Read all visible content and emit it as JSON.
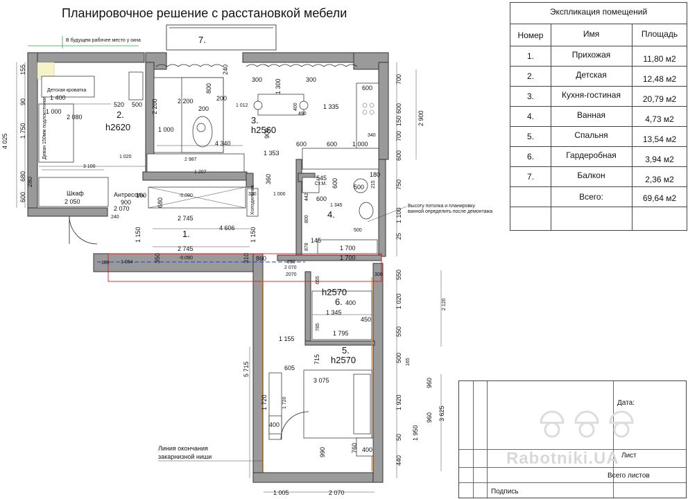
{
  "title": "Планировочное решение с расстановкой мебели",
  "rooms": [
    {
      "id": "1",
      "label": "1."
    },
    {
      "id": "2",
      "label": "2.",
      "height": "h2620"
    },
    {
      "id": "3",
      "label": "3.",
      "height": "h2560"
    },
    {
      "id": "4",
      "label": "4."
    },
    {
      "id": "5",
      "label": "5.",
      "height": "h2570"
    },
    {
      "id": "6",
      "label": "6.",
      "height": "h2570"
    },
    {
      "id": "7",
      "label": "7."
    }
  ],
  "furniture": {
    "crib": "Детская кроватка",
    "sofa": "Диван 150мм подлокотники",
    "wardrobe": "Шкаф",
    "mezzanine": "Антресоль",
    "fridge": "Холодильник",
    "washer": "Ст.М.",
    "future_desk": "В будущем рабочее место у окна"
  },
  "notes": {
    "bath_note_1": "Высоту потолка и планировку",
    "bath_note_2": "ванной определить после демонтажа",
    "cornice_1": "Линия окончания",
    "cornice_2": "закарнизной ниши"
  },
  "dimensions": {
    "top_1400": "1 400",
    "top_2080": "2 080",
    "top_1000": "1 000",
    "c_520": "520",
    "c_500": "500",
    "c_1020": "1 020",
    "l_4025": "4 025",
    "l_1750": "1 750",
    "l_155": "155",
    "l_90": "90",
    "l_680": "680",
    "l_280": "280",
    "l_600": "600",
    "w_3100": "3 100",
    "w_2050": "2 050",
    "w_900": "900",
    "w_2070": "2 070",
    "w_100": "100",
    "w_240": "240",
    "k_2200": "2 200",
    "k_1000": "1 000",
    "k_4340": "4 340",
    "k_2987": "2 987",
    "k_1207": "1 207",
    "k_2200b": "2 200",
    "k_200": "200",
    "k_200b": "200",
    "k_800": "800",
    "k_1012": "1 012",
    "k_1300": "1 300",
    "k_300a": "300",
    "k_300b": "300",
    "k_1335": "1 335",
    "k_900": "900",
    "k_1353": "1 353",
    "k_600a": "600",
    "k_600b": "600",
    "k_1000b": "1 000",
    "k_600c": "600",
    "k_700": "700",
    "k_600d": "600",
    "k_150": "150",
    "k_700b": "700",
    "k_600e": "600",
    "k_2900": "2 900",
    "k_340": "340",
    "k_240": "240",
    "k_400": "400",
    "k_490": "490",
    "k_600f": "600",
    "h_2745": "2 745",
    "h_4606": "4 606",
    "h_2745b": "2 745",
    "h_1150": "1 150",
    "h_1150b": "1 150",
    "h_680": "680",
    "h_360": "360",
    "h_380": "380",
    "h_1000": "1 000",
    "h_090": "-0.090",
    "h_090b": "-0.090",
    "b_545": "545",
    "b_180": "180",
    "b_500": "500",
    "b_600": "600",
    "b_1345": "1 345",
    "b_750": "750",
    "b_215": "215",
    "b_1100": "1 100",
    "b_25": "25",
    "b_1700": "1 700",
    "b_1700b": "1 700",
    "b_500b": "500",
    "b_145": "145",
    "b_878": "878",
    "b_442": "442",
    "b_800": "800",
    "c_1064": "1 064",
    "c_350": "350",
    "c_310": "310",
    "c_860": "860",
    "c_850": "850",
    "c_2070": "2 070",
    "c_2070b": "2070",
    "c_189": "189",
    "c_306": "306",
    "g_1020": "1 020",
    "g_550": "550",
    "g_550b": "550",
    "g_2120": "2 120",
    "g_1345": "1 345",
    "g_1795": "1 795",
    "g_450": "450",
    "g_400": "400",
    "g_655": "655",
    "g_785": "785",
    "s_1155": "1 155",
    "s_5715": "5 715",
    "s_605": "605",
    "s_715": "715",
    "s_3075": "3 075",
    "s_1720": "1 720",
    "s_1720b": "1 720",
    "s_400": "400",
    "s_400b": "400",
    "s_960": "960",
    "s_960b": "960",
    "s_1920": "1 920",
    "s_1950": "1 950",
    "s_3625": "3 625",
    "s_500": "500",
    "s_165": "165",
    "s_440": "440",
    "s_50": "50",
    "s_990": "990",
    "s_760": "760",
    "s_1005": "1 005",
    "s_2070": "2 070"
  },
  "explication": {
    "title": "Экспликация помещений",
    "headers": [
      "Номер",
      "Имя",
      "Площадь"
    ],
    "rows": [
      {
        "num": "1.",
        "name": "Прихожая",
        "area": "11,80 м2"
      },
      {
        "num": "2.",
        "name": "Детская",
        "area": "12,48 м2"
      },
      {
        "num": "3.",
        "name": "Кухня-гостиная",
        "area": "20,79 м2"
      },
      {
        "num": "4.",
        "name": "Ванная",
        "area": "4,73 м2"
      },
      {
        "num": "5.",
        "name": "Спальня",
        "area": "13,54 м2"
      },
      {
        "num": "6.",
        "name": "Гардеробная",
        "area": "3,94 м2"
      },
      {
        "num": "7.",
        "name": "Балкон",
        "area": "2,36 м2"
      }
    ],
    "total_label": "Всего:",
    "total_area": "69,64 м2"
  },
  "stamp": {
    "date": "Дата:",
    "sheet": "Лист",
    "total_sheets": "Всего листов",
    "signature": "Подпись"
  },
  "watermark": "Rabotniki.UA"
}
